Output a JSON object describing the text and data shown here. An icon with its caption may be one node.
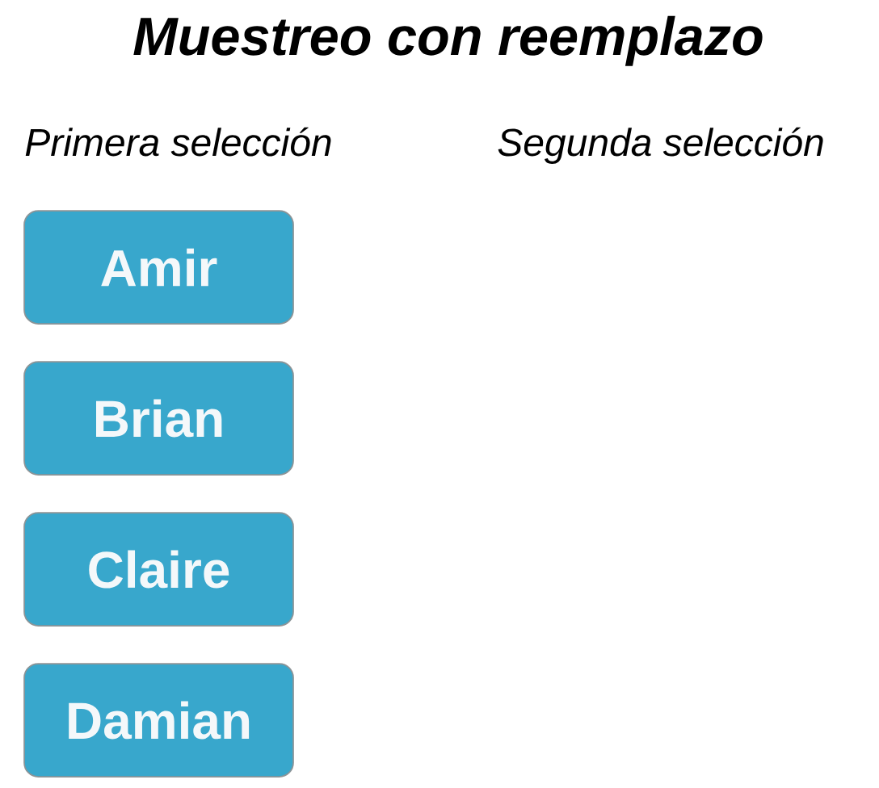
{
  "diagram": {
    "title": "Muestreo con reemplazo",
    "nodes": [
      {
        "text": [
          "Amir"
        ]
      },
      {
        "text": [
          "Brian"
        ]
      },
      {
        "text": [
          "Claire"
        ]
      },
      {
        "text": [
          "Damian"
        ]
      }
    ],
    "labels": [
      "Primera selección",
      "Segunda selección"
    ]
  }
}
